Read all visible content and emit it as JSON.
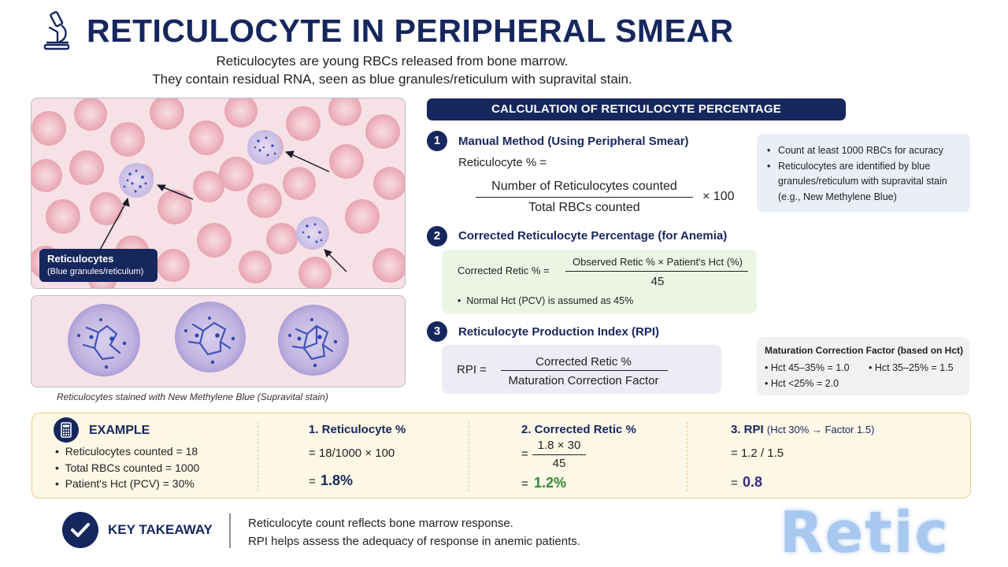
{
  "header": {
    "title": "RETICULOCYTE IN PERIPHERAL SMEAR",
    "subtitle_line1": "Reticulocytes are young RBCs released from bone marrow.",
    "subtitle_line2": "They contain residual RNA, seen as blue granules/reticulum with supravital stain.",
    "icon": "microscope-icon"
  },
  "smear": {
    "legend_title": "Reticulocytes",
    "legend_sub": "(Blue granules/reticulum)",
    "caption": "Reticulocytes stained with New Methylene Blue (Supravital stain)"
  },
  "calc": {
    "header": "CALCULATION OF RETICULOCYTE PERCENTAGE",
    "step1": {
      "num": "1",
      "title": "Manual Method (Using Peripheral Smear)",
      "lhs": "Reticulocyte % =",
      "numerator": "Number of Reticulocytes counted",
      "denominator": "Total RBCs counted",
      "multiplier": "× 100"
    },
    "notes": [
      "Count at least 1000 RBCs for acuracy",
      "Reticulocytes are identified by blue",
      "granules/reticulum with supravital stain",
      "(e.g., New Methylene Blue)"
    ],
    "step2": {
      "num": "2",
      "title": "Corrected Reticulocyte Percentage (for Anemia)",
      "lhs": "Corrected Retic % =",
      "numerator": "Observed Retic % × Patient's Hct (%)",
      "denominator": "45",
      "note": "Normal Hct (PCV) is assumed as 45%"
    },
    "step3": {
      "num": "3",
      "title": "Reticulocyte Production Index (RPI)",
      "lhs": "RPI =",
      "numerator": "Corrected Retic %",
      "denominator": "Maturation Correction Factor"
    },
    "mcf": {
      "title": "Maturation Correction Factor (based on Hct)",
      "item1": "Hct 45–35% = 1.0",
      "item2": "Hct 35–25% = 1.5",
      "item3": "Hct <25% = 2.0"
    }
  },
  "example": {
    "title": "EXAMPLE",
    "icon": "calculator-icon",
    "givens": [
      "Reticulocytes counted = 18",
      "Total RBCs counted = 1000",
      "Patient's Hct (PCV) = 30%"
    ],
    "col1": {
      "title": "1. Reticulocyte %",
      "calc": "= 18/1000 × 100",
      "result_eq": "=",
      "result": "1.8%"
    },
    "col2": {
      "title": "2. Corrected Retic %",
      "eq": "=",
      "numerator": "1.8 × 30",
      "denominator": "45",
      "result_eq": "=",
      "result": "1.2%"
    },
    "col3": {
      "title": "3. RPI",
      "title_note": "(Hct 30% → Factor 1.5)",
      "calc": "= 1.2 / 1.5",
      "result_eq": "=",
      "result": "0.8"
    }
  },
  "takeaway": {
    "title": "KEY TAKEAWAY",
    "icon": "check-circle-icon",
    "line1": "Reticulocyte count reflects bone marrow response.",
    "line2": "RPI helps assess the adequacy of response in anemic patients."
  },
  "watermark": "Retic",
  "colors": {
    "navy": "#16275e",
    "green_result": "#2e8b3a",
    "purple_result": "#3b2a7a",
    "stain_blue": "#3f4fb3",
    "rbc_pink": "#ecaab6"
  }
}
